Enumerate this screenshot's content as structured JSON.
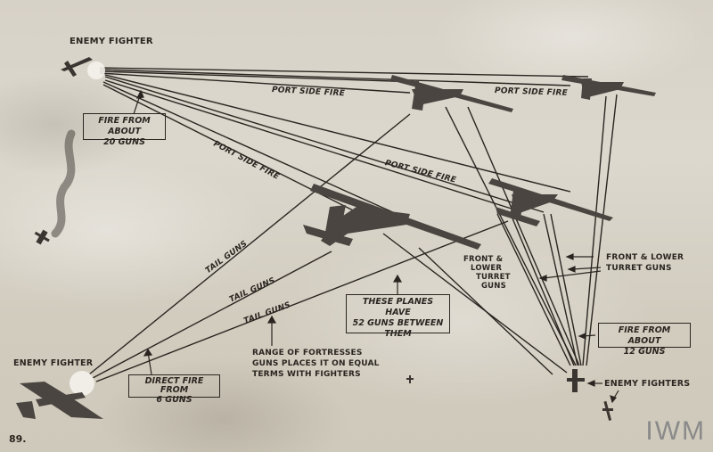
{
  "labels": {
    "enemy_fighter_top": "ENEMY FIGHTER",
    "enemy_fighter_bottom": "ENEMY FIGHTER",
    "enemy_fighters": "ENEMY FIGHTERS",
    "port_side_fire": [
      "PORT SIDE FIRE",
      "PORT SIDE FIRE",
      "PORT SIDE FIRE",
      "PORT SIDE FIRE"
    ],
    "tail_guns": [
      "TAIL GUNS",
      "TAIL GUNS",
      "TAIL GUNS"
    ],
    "front_lower_turret_left": [
      "FRONT &",
      "LOWER",
      "TURRET",
      "GUNS"
    ],
    "front_lower_turret_right": [
      "FRONT & LOWER",
      "TURRET GUNS"
    ],
    "range_note": [
      "RANGE OF FORTRESSES",
      "GUNS PLACES IT ON EQUAL",
      "TERMS WITH FIGHTERS"
    ]
  },
  "boxes": {
    "fire_20": [
      "FIRE FROM ABOUT",
      "20 GUNS"
    ],
    "planes_52": [
      "THESE PLANES HAVE",
      "52 GUNS BETWEEN",
      "THEM"
    ],
    "direct_6": [
      "DIRECT FIRE FROM",
      "6 GUNS"
    ],
    "fire_12": [
      "FIRE FROM ABOUT",
      "12 GUNS"
    ]
  },
  "signature": "89.",
  "watermark": "IWM",
  "colors": {
    "ink": "#2a2520",
    "paper": "#d8d3c8",
    "plane": "#4a4540",
    "watermark": "#8a8a8a"
  }
}
